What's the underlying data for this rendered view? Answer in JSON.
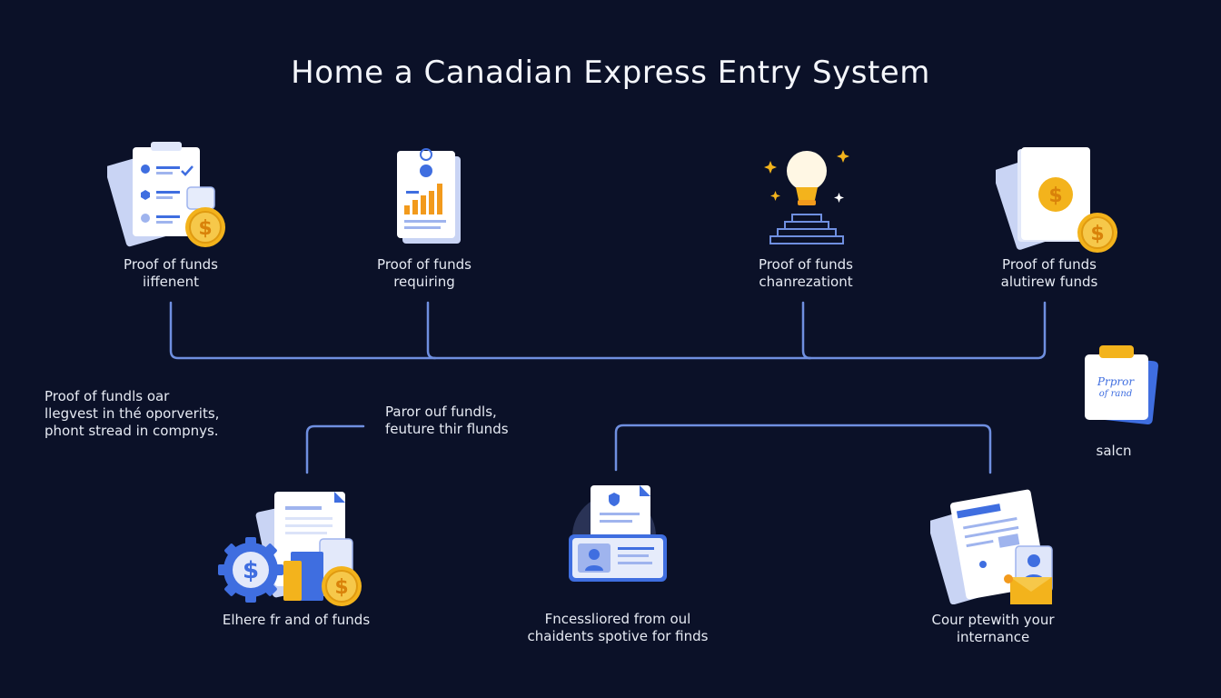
{
  "title": "Home a Canadian Express Entry System",
  "top_row": [
    {
      "line1": "Proof of funds",
      "line2": "iiffenent",
      "icon": "checklist-coin-icon"
    },
    {
      "line1": "Proof of funds",
      "line2": "requiring",
      "icon": "bar-chart-document-icon"
    },
    {
      "line1": "Proof of funds",
      "line2": "chanrezationt",
      "icon": "lightbulb-icon"
    },
    {
      "line1": "Proof of funds",
      "line2": "alutirew funds",
      "icon": "dollar-document-icon"
    }
  ],
  "side_left": {
    "line1": "Proof of fundls oar",
    "line2": "llegvest in thé oporverits,",
    "line3": "phont stread in compnys."
  },
  "side_middle": {
    "line1": "Paror ouf fundls,",
    "line2": "feuture thir flunds"
  },
  "clipboard": {
    "badge_line1": "Prpror",
    "badge_line2": "of rand",
    "caption": "salcn",
    "icon": "clipboard-icon"
  },
  "bottom_row": [
    {
      "line1": "Elhere fr and of funds",
      "line2": "",
      "icon": "gear-dollar-coin-icon"
    },
    {
      "line1": "Fncessliored from oul",
      "line2": "chaidents spotive for finds",
      "icon": "id-card-document-icon"
    },
    {
      "line1": "Cour ptewith your",
      "line2": "internance",
      "icon": "documents-photo-icon"
    }
  ],
  "colors": {
    "background": "#0b1128",
    "connector": "#6f8fe0",
    "accent_blue": "#3f6ee0",
    "coin_gold": "#f3b31c",
    "chart_orange": "#f29a1c"
  }
}
